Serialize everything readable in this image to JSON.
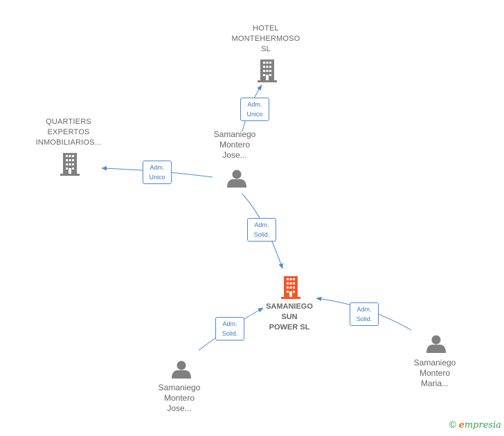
{
  "nodes": {
    "hotel": {
      "lines": [
        "HOTEL",
        "MONTEHERMOSO",
        "SL"
      ]
    },
    "quartiers": {
      "lines": [
        "QUARTIERS",
        "EXPERTOS",
        "INMOBILIARIOS..."
      ]
    },
    "samaniego_sun": {
      "lines": [
        "SAMANIEGO",
        "SUN",
        "POWER  SL"
      ]
    },
    "person_top": {
      "lines": [
        "Samaniego",
        "Montero",
        "Jose..."
      ]
    },
    "person_bottom_left": {
      "lines": [
        "Samaniego",
        "Montero",
        "Jose..."
      ]
    },
    "person_right": {
      "lines": [
        "Samaniego",
        "Montero",
        "Maria..."
      ]
    }
  },
  "edges": {
    "e1": {
      "line1": "Adm.",
      "line2": "Unico"
    },
    "e2": {
      "line1": "Adm.",
      "line2": "Unico"
    },
    "e3": {
      "line1": "Adm.",
      "line2": "Solid."
    },
    "e4": {
      "line1": "Adm.",
      "line2": "Solid."
    },
    "e5": {
      "line1": "Adm.",
      "line2": "Solid."
    }
  },
  "colors": {
    "edge": "#4a8ad4",
    "company_icon": "#808080",
    "main_company_icon": "#f05a28",
    "person_icon": "#808080"
  },
  "footer": {
    "copyright_symbol": "©",
    "brand_first": "e",
    "brand_rest": "mpresia"
  }
}
